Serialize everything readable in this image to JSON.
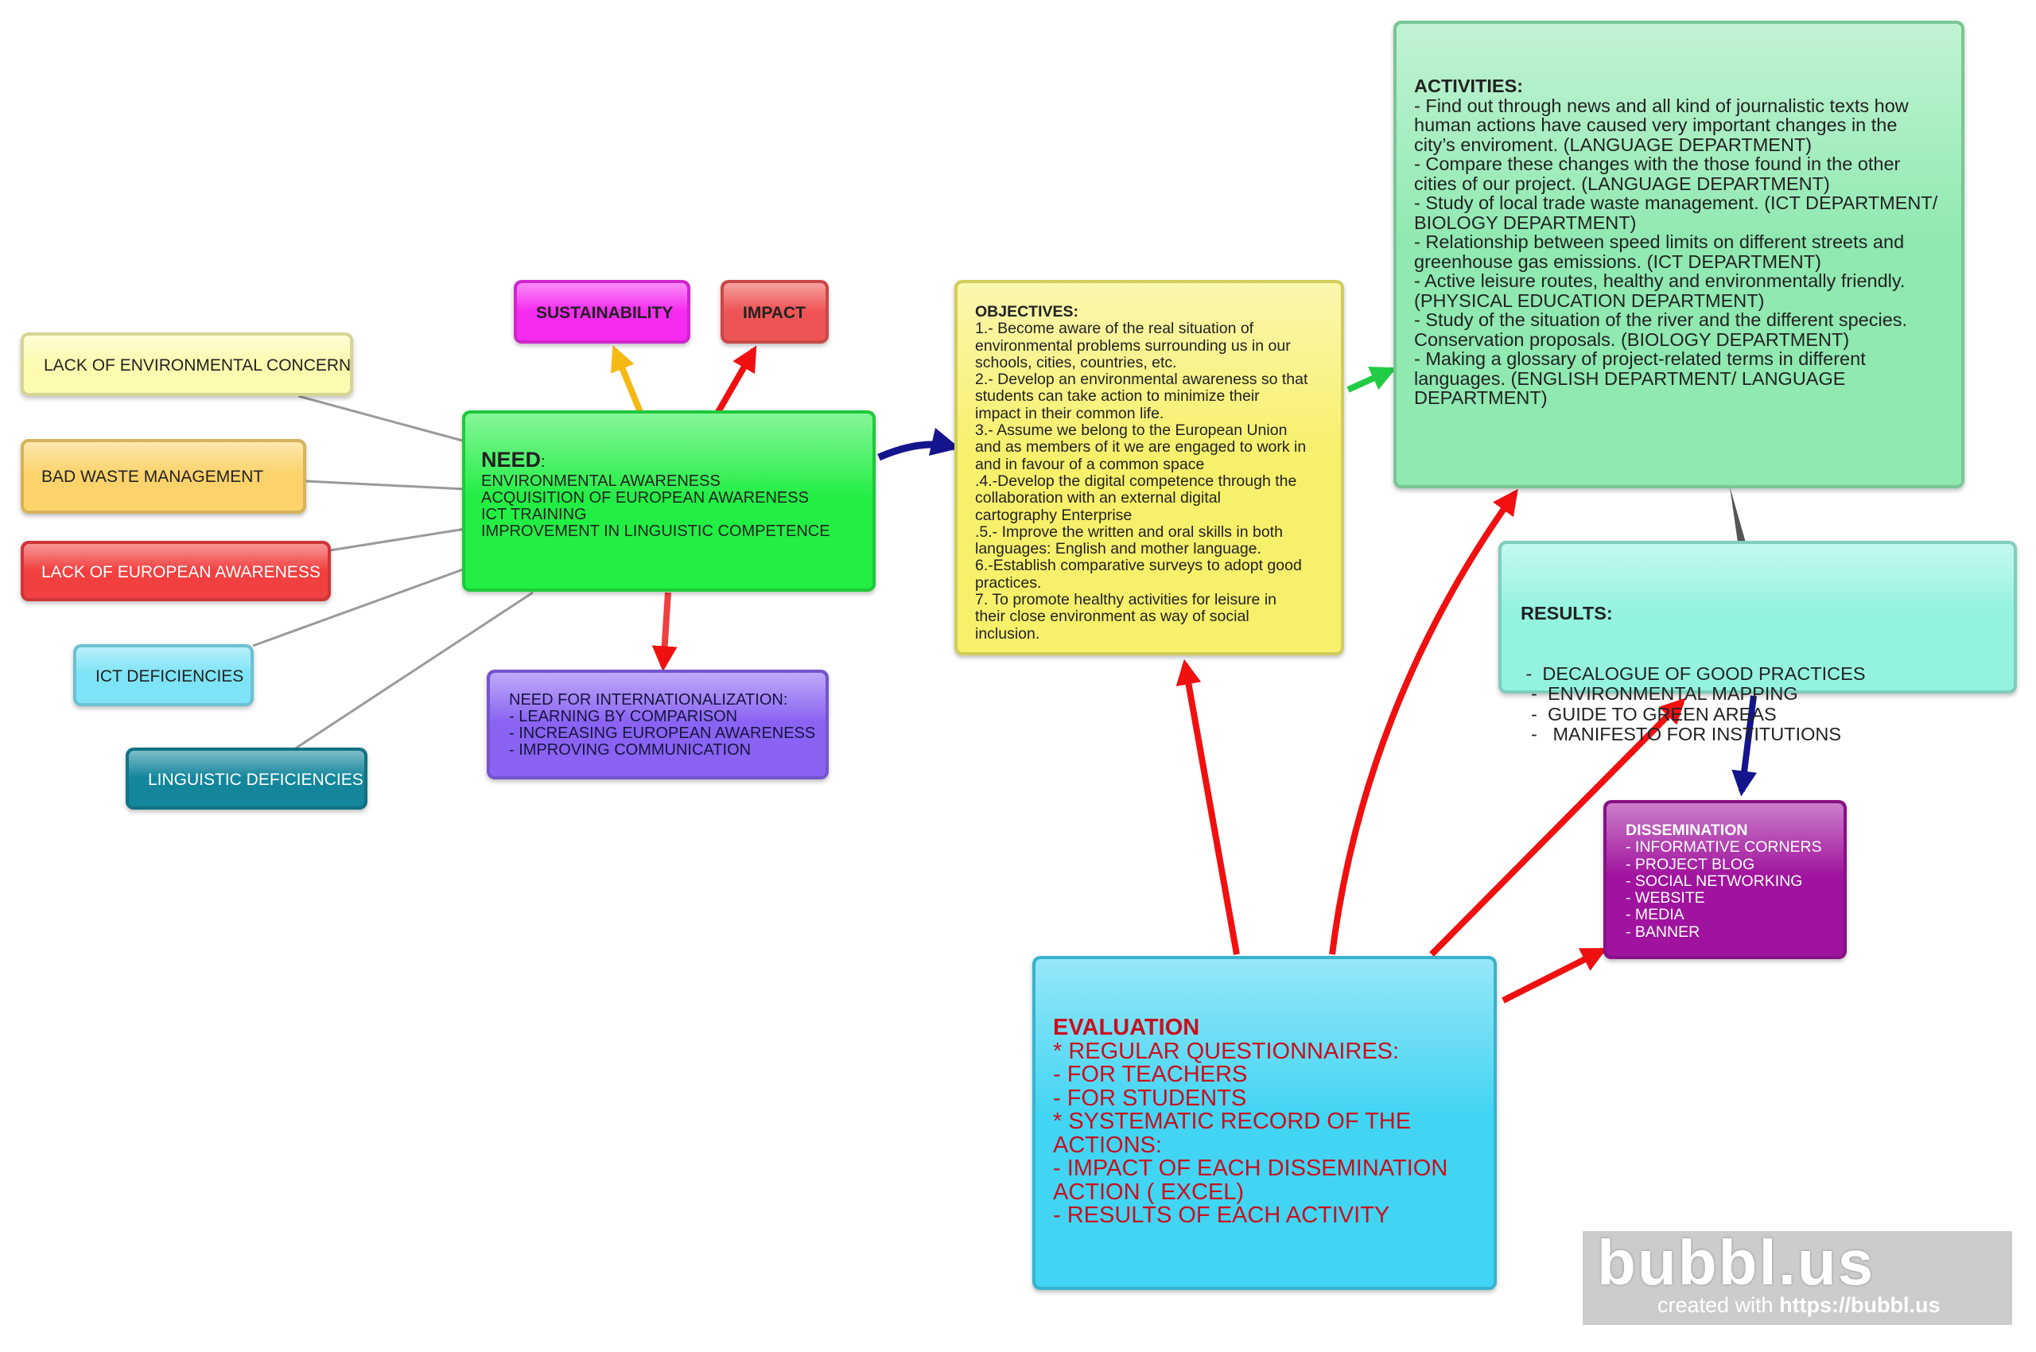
{
  "need": {
    "title": "NEED",
    "lines": [
      "ENVIRONMENTAL AWARENESS",
      "ACQUISITION OF EUROPEAN AWARENESS",
      "ICT TRAINING",
      "IMPROVEMENT IN LINGUISTIC COMPETENCE"
    ]
  },
  "causes": [
    "LACK OF ENVIRONMENTAL CONCERN",
    "BAD WASTE MANAGEMENT",
    "LACK OF EUROPEAN AWARENESS",
    "ICT DEFICIENCIES",
    "LINGUISTIC DEFICIENCIES"
  ],
  "sustainability": "SUSTAINABILITY",
  "impact": "IMPACT",
  "internationalization": {
    "lines": [
      "NEED FOR INTERNATIONALIZATION:",
      "- LEARNING BY COMPARISON",
      "- INCREASING EUROPEAN AWARENESS",
      "- IMPROVING COMMUNICATION"
    ]
  },
  "objectives": {
    "title": "OBJECTIVES:",
    "lines": [
      "1.- Become aware of the real situation of",
      "environmental problems surrounding us in our",
      "schools, cities, countries, etc.",
      "2.- Develop an environmental awareness so that",
      "students can take action to minimize their",
      "impact in their common life.",
      "3.- Assume we belong to the European Union",
      "and as members of it we are engaged to work in",
      "and in favour of  a common space",
      ".4.-Develop the digital competence through the",
      "collaboration with an external digital",
      "cartography Enterprise",
      ".5.- Improve the written and oral skills in both",
      "languages: English and mother language.",
      "6.-Establish comparative surveys to adopt good",
      "practices.",
      "7. To promote healthy activities for leisure in",
      "their close environment as way of social",
      "inclusion."
    ]
  },
  "activities": {
    "title": "ACTIVITIES:",
    "lines": [
      "-  Find out through news and all kind of journalistic texts how",
      "human actions have caused very important changes in the",
      "city’s enviroment. (LANGUAGE DEPARTMENT)",
      "-  Compare these changes with the those found in the other",
      "cities of our project. (LANGUAGE DEPARTMENT)",
      "- Study of local trade waste management. (ICT DEPARTMENT/",
      "BIOLOGY DEPARTMENT)",
      "- Relationship between speed limits on different streets and",
      "greenhouse gas emissions. (ICT DEPARTMENT)",
      "- Active leisure routes, healthy and environmentally friendly.",
      "(PHYSICAL EDUCATION DEPARTMENT)",
      "- Study of the situation of the river and the different species.",
      "Conservation proposals. (BIOLOGY DEPARTMENT)",
      "- Making a glossary of project-related terms in different",
      "languages. (ENGLISH DEPARTMENT/ LANGUAGE",
      "DEPARTMENT)"
    ]
  },
  "results": {
    "title": "RESULTS:",
    "lines": [
      " -  DECALOGUE OF GOOD PRACTICES",
      "  -  ENVIRONMENTAL MAPPING",
      "  -  GUIDE TO GREEN AREAS",
      "  -   MANIFESTO FOR INSTITUTIONS"
    ]
  },
  "dissemination": {
    "title": "DISSEMINATION",
    "lines": [
      "-  INFORMATIVE CORNERS",
      "- PROJECT BLOG",
      "- SOCIAL NETWORKING",
      "- WEBSITE",
      "- MEDIA",
      "- BANNER"
    ]
  },
  "evaluation": {
    "title": "EVALUATION",
    "lines": [
      "* REGULAR QUESTIONNAIRES:",
      "- FOR TEACHERS",
      "- FOR STUDENTS",
      "* SYSTEMATIC RECORD OF THE",
      "ACTIONS:",
      "- IMPACT OF EACH DISSEMINATION",
      "ACTION ( EXCEL)",
      "- RESULTS OF EACH ACTIVITY"
    ]
  },
  "watermark": {
    "logo": "bubbl.us",
    "prefix": "created with ",
    "url": "https://bubbl.us"
  },
  "colors": {
    "need": "#22ee44",
    "cause1": "#fdfbb0",
    "cause2": "#fcd36a",
    "cause3": "#f24040",
    "cause4": "#7de3f6",
    "cause5": "#14869c",
    "sustainability": "#f52cf0",
    "impact": "#ef5454",
    "internationalization": "#8a63f2",
    "objectives": "#f7f06a",
    "activities": "#8fe9b0",
    "results": "#93f3df",
    "dissemination": "#a0139e",
    "evaluation": "#41d4f3",
    "arrow_red": "#f01010",
    "arrow_blue": "#14148c",
    "arrow_green": "#22cc44",
    "arrow_yellow": "#f5b914",
    "connector_gray": "#999999",
    "evaluation_text": "#c8101e"
  }
}
